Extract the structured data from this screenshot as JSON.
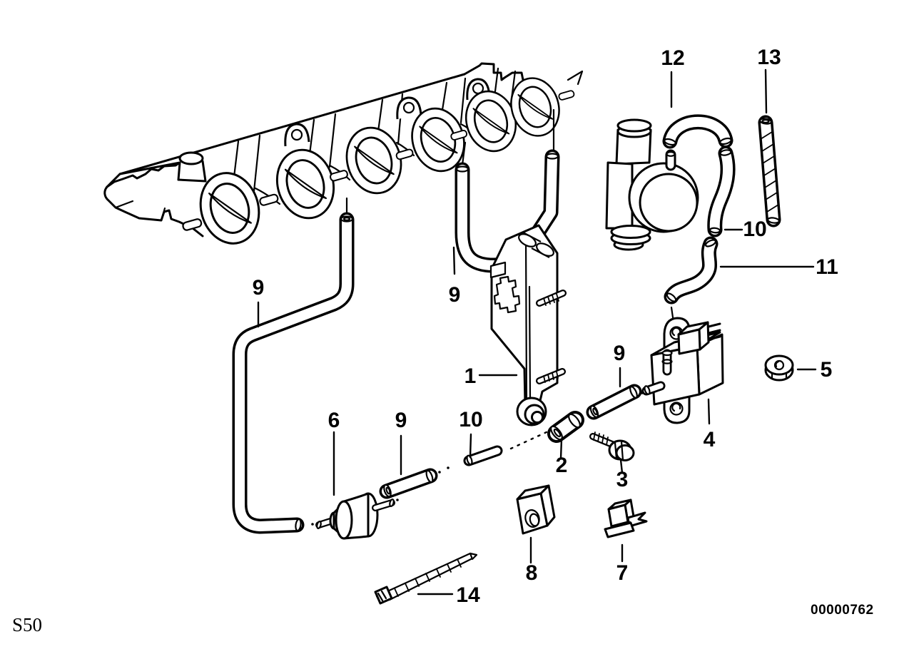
{
  "diagram": {
    "background": "#ffffff",
    "line_color": "#000000",
    "plate": {
      "model_code": "S50",
      "image_number": "00000762"
    },
    "callouts": {
      "n1": {
        "label": "1"
      },
      "n2": {
        "label": "2"
      },
      "n3": {
        "label": "3"
      },
      "n4": {
        "label": "4"
      },
      "n5": {
        "label": "5"
      },
      "n6": {
        "label": "6"
      },
      "n7": {
        "label": "7"
      },
      "n8": {
        "label": "8"
      },
      "n9a": {
        "label": "9"
      },
      "n9b": {
        "label": "9"
      },
      "n9c": {
        "label": "9"
      },
      "n9d": {
        "label": "9"
      },
      "n10a": {
        "label": "10"
      },
      "n10b": {
        "label": "10"
      },
      "n11": {
        "label": "11"
      },
      "n12": {
        "label": "12"
      },
      "n13": {
        "label": "13"
      },
      "n14": {
        "label": "14"
      }
    }
  }
}
